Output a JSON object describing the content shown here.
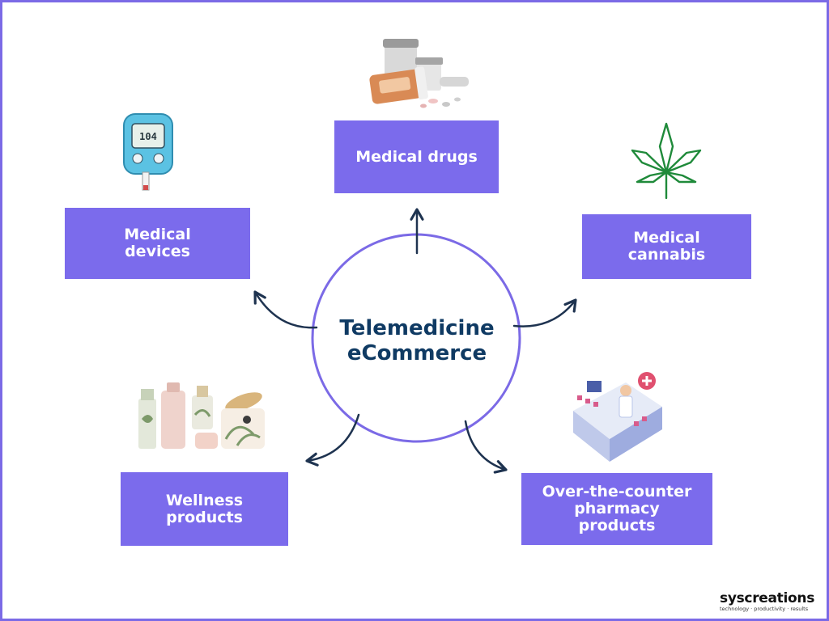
{
  "center": {
    "title": "Telemedicine eCommerce"
  },
  "categories": [
    {
      "id": "medical-drugs",
      "label": "Medical drugs",
      "icon": "pill-bottles-icon"
    },
    {
      "id": "medical-devices",
      "label": "Medical devices",
      "icon": "glucose-meter-icon"
    },
    {
      "id": "medical-cannabis",
      "label": "Medical cannabis",
      "icon": "cannabis-leaf-icon"
    },
    {
      "id": "wellness-products",
      "label": "Wellness products",
      "icon": "cosmetics-icon"
    },
    {
      "id": "otc-pharmacy",
      "label": "Over-the-counter pharmacy products",
      "icon": "pharmacy-counter-icon"
    }
  ],
  "brand": {
    "name": "syscreations",
    "tagline": "technology · productivity · results"
  },
  "colors": {
    "box": "#7b6bec",
    "circle": "#7b6ae6",
    "arrow": "#1e3350",
    "title": "#0f3a63"
  }
}
